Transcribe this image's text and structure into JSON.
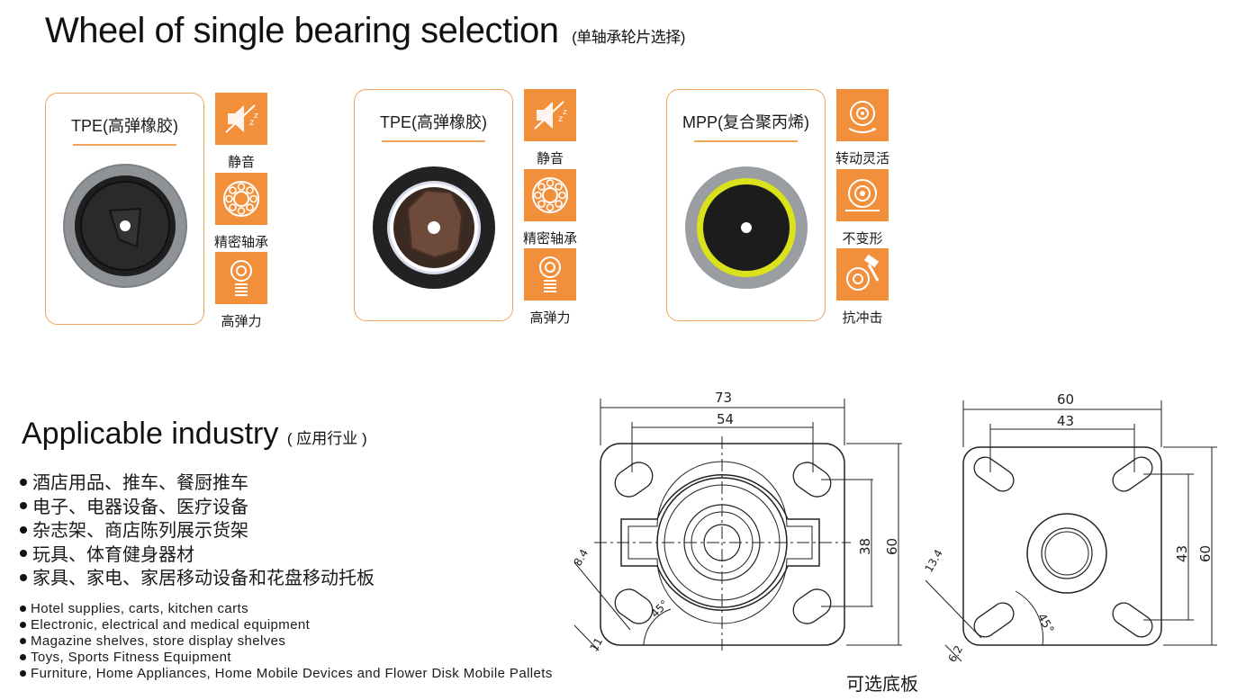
{
  "header": {
    "title": "Wheel of single bearing selection",
    "subtitle": "(单轴承轮片选择)"
  },
  "cards": [
    {
      "label": "TPE(高弹橡胶)",
      "features": [
        {
          "label": "静音",
          "icon": "mute-speaker-icon"
        },
        {
          "label": "精密轴承",
          "icon": "ball-bearing-icon"
        },
        {
          "label": "高弹力",
          "icon": "spring-icon"
        }
      ]
    },
    {
      "label": "TPE(高弹橡胶)",
      "features": [
        {
          "label": "静音",
          "icon": "mute-speaker-icon"
        },
        {
          "label": "精密轴承",
          "icon": "ball-bearing-icon"
        },
        {
          "label": "高弹力",
          "icon": "spring-icon"
        }
      ]
    },
    {
      "label": "MPP(复合聚丙烯)",
      "features": [
        {
          "label": "转动灵活",
          "icon": "rotation-icon"
        },
        {
          "label": "不变形",
          "icon": "wheel-stand-icon"
        },
        {
          "label": "抗冲击",
          "icon": "hammer-impact-icon"
        }
      ]
    }
  ],
  "industry": {
    "title": "Applicable industry",
    "subtitle": "( 应用行业 )",
    "zh_items": [
      "酒店用品、推车、餐厨推车",
      "电子、电器设备、医疗设备",
      "杂志架、商店陈列展示货架",
      "玩具、体育健身器材",
      "家具、家电、家居移动设备和花盘移动托板"
    ],
    "en_items": [
      "Hotel supplies, carts, kitchen carts",
      "Electronic, electrical and medical equipment",
      "Magazine shelves, store display shelves",
      "Toys, Sports Fitness Equipment",
      "Furniture, Home Appliances, Home Mobile Devices and Flower Disk Mobile Pallets"
    ]
  },
  "drawing_left": {
    "width_outer": "73",
    "width_inner": "54",
    "height_inner": "38",
    "height_outer": "60",
    "slot_length": "8.4",
    "slot_width": "11",
    "angle": "45°"
  },
  "drawing_right": {
    "width_outer": "60",
    "width_inner": "43",
    "height_inner": "43",
    "height_outer": "60",
    "slot_length": "13.4",
    "slot_width": "6.2",
    "angle": "45°",
    "caption": "可选底板"
  },
  "colors": {
    "accent": "#f28f3b",
    "border": "#f0a45a",
    "wheel_gray": "#8f9296",
    "hub_brown": "#5a3a2c",
    "mpp_yellow": "#d9e21a"
  }
}
